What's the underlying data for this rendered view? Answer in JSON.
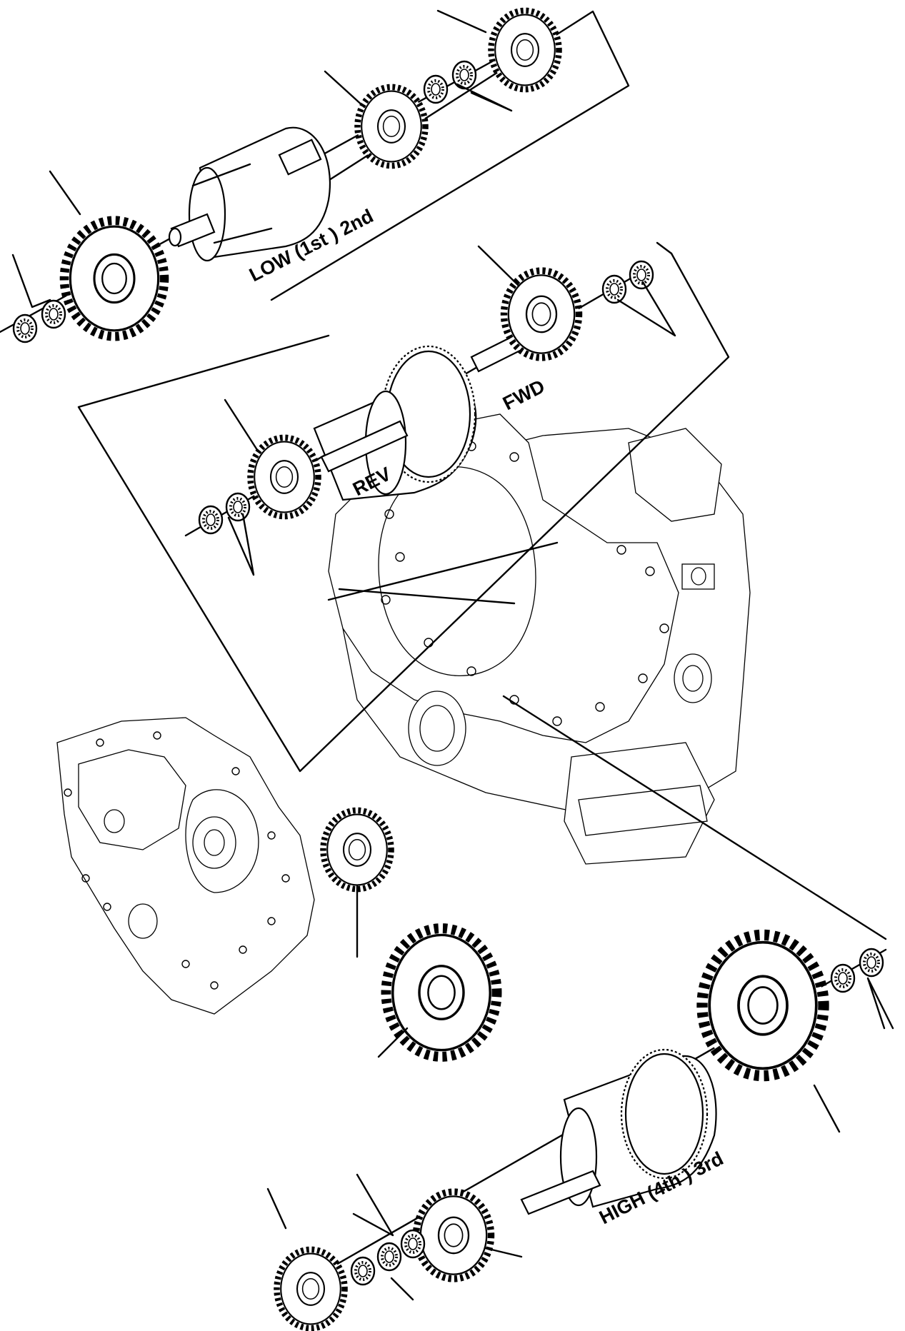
{
  "labels": {
    "low_2nd": "LOW (1st ) 2nd",
    "fwd": "FWD",
    "rev": "REV",
    "high_3rd": "HIGH (4th ) 3rd"
  }
}
